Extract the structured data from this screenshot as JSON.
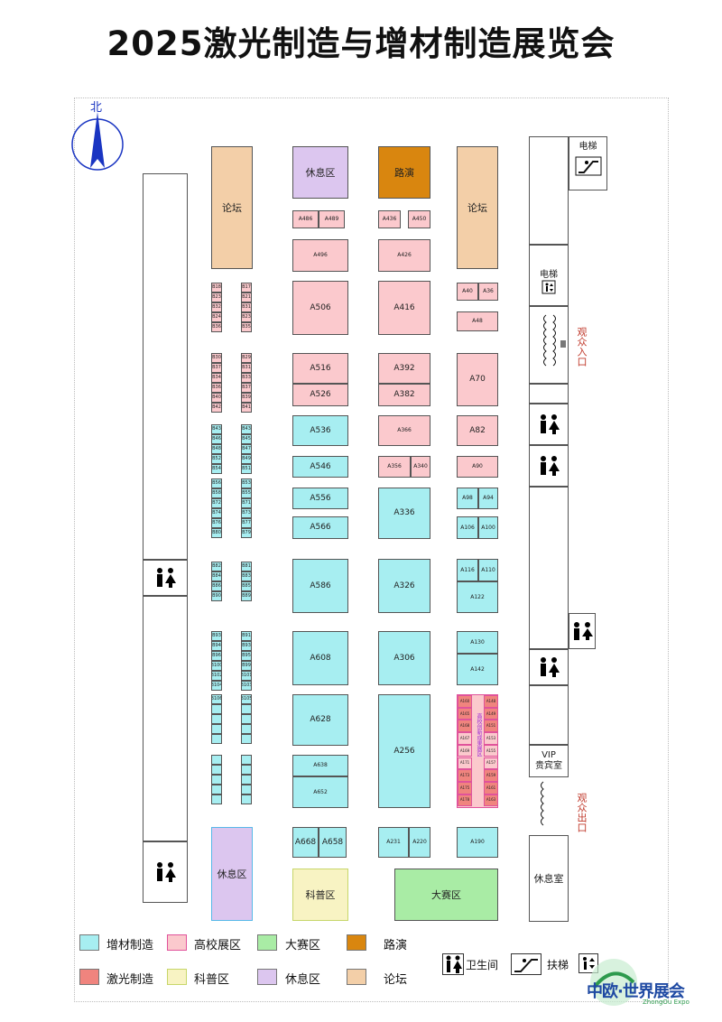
{
  "title": "2025激光制造与增材制造展览会",
  "compass": "北",
  "big_labels": {
    "rest_top": "休息区",
    "roadshow": "路演",
    "forum_left": "论坛",
    "forum_right": "论坛",
    "rest_bottom": "休息区",
    "science": "科普区",
    "contest": "大赛区",
    "lounge": "休息室",
    "vip_en": "VIP",
    "vip_cn": "贵宾室",
    "elevator_top": "电梯",
    "elevator_mid": "电梯",
    "entrance": "观众入口",
    "exit": "观众出口"
  },
  "booths": {
    "a486": "A486",
    "a489": "A489",
    "a436": "A436",
    "a450": "A450",
    "a496": "A496",
    "a426": "A426",
    "a506": "A506",
    "a416": "A416",
    "a40": "A40",
    "a36": "A36",
    "a48": "A48",
    "a516": "A516",
    "a526": "A526",
    "a392": "A392",
    "a382": "A382",
    "a70": "A70",
    "a536": "A536",
    "a366": "A366",
    "a82": "A82",
    "a546": "A546",
    "a356": "A356",
    "a340": "A340",
    "a90": "A90",
    "a556": "A556",
    "a336": "A336",
    "a98": "A98",
    "a94": "A94",
    "a566": "A566",
    "a106": "A106",
    "a100": "A100",
    "a586": "A586",
    "a326": "A326",
    "a116": "A116",
    "a110": "A110",
    "a122": "A122",
    "a608": "A608",
    "a306": "A306",
    "a130": "A130",
    "a142": "A142",
    "a628": "A628",
    "a256": "A256",
    "a638": "A638",
    "a652": "A652",
    "a668": "A668",
    "a658": "A658",
    "a231": "A231",
    "a220": "A220",
    "a190": "A190",
    "uni_zone": "高校创新成果展区"
  },
  "small_booths": {
    "col1_left": [
      "B18",
      "B23",
      "B32",
      "B24",
      "B36",
      "B30",
      "B37",
      "B34",
      "B36",
      "B40",
      "B42",
      "B43",
      "B46",
      "B48",
      "B52",
      "B54",
      "B56",
      "B58",
      "B72",
      "B74",
      "B76",
      "B80",
      "B82",
      "B84",
      "B86",
      "B90",
      "B93",
      "B94",
      "B96",
      "B100",
      "B102",
      "B104",
      "B106"
    ],
    "col1_right": [
      "B17",
      "B21",
      "B31",
      "B23",
      "B35",
      "B29",
      "B31",
      "B33",
      "B37",
      "B39",
      "B41",
      "B43",
      "B45",
      "B47",
      "B49",
      "B51",
      "B53",
      "B55",
      "B71",
      "B73",
      "B77",
      "B79",
      "B81",
      "B83",
      "B85",
      "B89",
      "B91",
      "B93",
      "B95",
      "B99",
      "B101",
      "B103",
      "B105"
    ],
    "uni_left": [
      "A160",
      "A165",
      "A168",
      "A167",
      "A169",
      "A171",
      "A173",
      "A175",
      "A178"
    ],
    "uni_right": [
      "A148",
      "A149",
      "A151",
      "A153",
      "A155",
      "A157",
      "A159",
      "A161",
      "A163"
    ]
  },
  "legend": [
    {
      "label": "增材制造",
      "color": "#a7eef1"
    },
    {
      "label": "高校展区",
      "color": "#fbc9cd",
      "border": "#e0539b"
    },
    {
      "label": "大赛区",
      "color": "#a9eca5"
    },
    {
      "label": "路演",
      "color": "#d9860f"
    },
    {
      "label": "激光制造",
      "color": "#f0847e"
    },
    {
      "label": "科普区",
      "color": "#f8f3c3",
      "border": "#c7d66a"
    },
    {
      "label": "休息区",
      "color": "#dcc6ef"
    },
    {
      "label": "论坛",
      "color": "#f3cfa8"
    }
  ],
  "legend_icons": {
    "toilet": "卫生间",
    "escalator": "扶梯"
  },
  "logo": {
    "text": "中欧·世界展会",
    "sub": "ZhongOu Expo"
  },
  "icons": {
    "compass": "north-arrow-icon",
    "toilet": "toilet-icon",
    "escalator": "escalator-icon",
    "elevator": "elevator-icon"
  }
}
